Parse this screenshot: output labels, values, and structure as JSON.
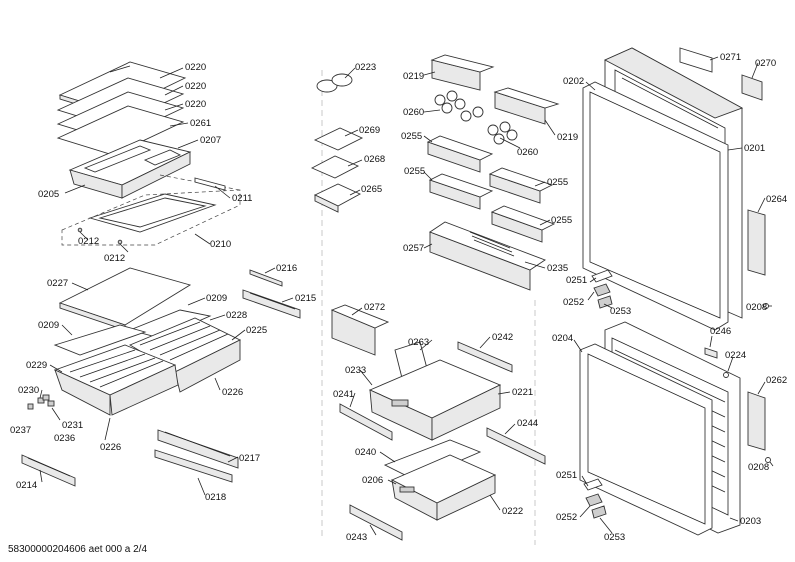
{
  "diagram": {
    "footer_text": "58300000204606 aet 000 a 2/4",
    "labels": [
      "0220",
      "0220",
      "0220",
      "0261",
      "0207",
      "0205",
      "0211",
      "0212",
      "0212",
      "0210",
      "0216",
      "0215",
      "0227",
      "0209",
      "0228",
      "0225",
      "0209",
      "0229",
      "0230",
      "0231",
      "0237",
      "0236",
      "0226",
      "0226",
      "0214",
      "0217",
      "0218",
      "0223",
      "0269",
      "0268",
      "0265",
      "0219",
      "0260",
      "0260",
      "0219",
      "0255",
      "0255",
      "0255",
      "0255",
      "0257",
      "0235",
      "0202",
      "0201",
      "0271",
      "0270",
      "0264",
      "0208",
      "0251",
      "0252",
      "0253",
      "0272",
      "0263",
      "0242",
      "0233",
      "0221",
      "0241",
      "0244",
      "0240",
      "0206",
      "0222",
      "0243",
      "0204",
      "0246",
      "0224",
      "0262",
      "0208",
      "0251",
      "0252",
      "0253",
      "0203"
    ]
  }
}
